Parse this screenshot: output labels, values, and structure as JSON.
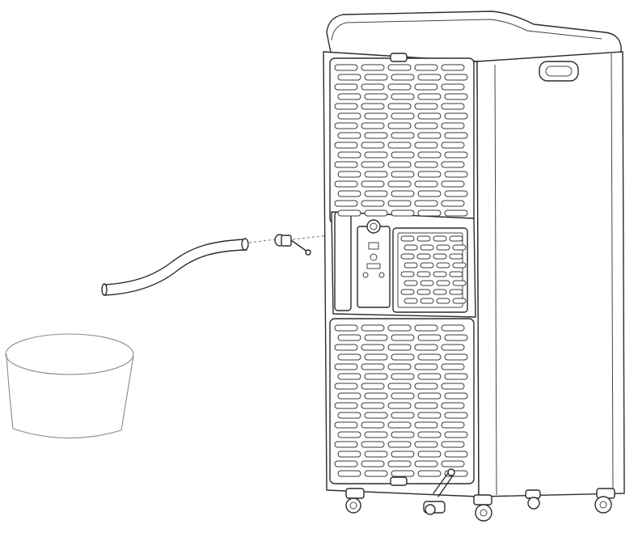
{
  "figure": {
    "colors": {
      "line": "#2b2b2b",
      "soft_line": "#8a8a8a",
      "background": "#ffffff"
    },
    "parts": [
      "air-conditioner-unit",
      "drain-hose",
      "drain-plug",
      "water-container",
      "caster-wheels"
    ]
  }
}
